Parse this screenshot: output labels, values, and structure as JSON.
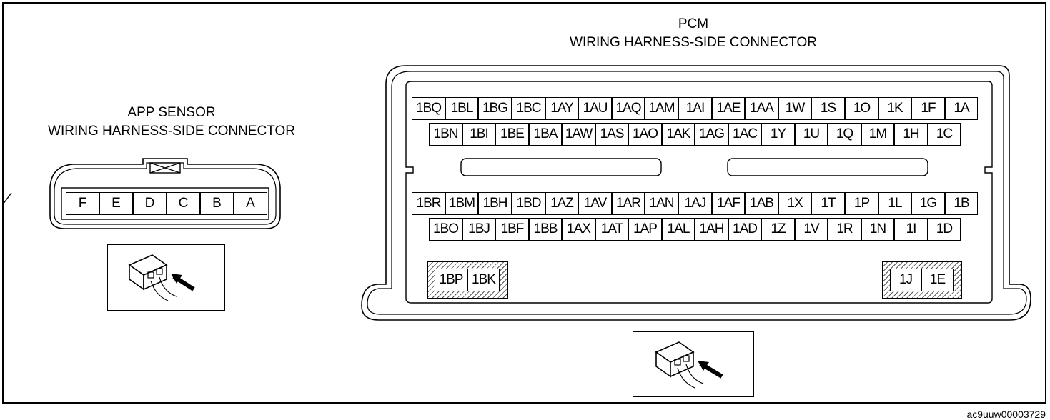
{
  "app_sensor": {
    "title_line1": "APP SENSOR",
    "title_line2": "WIRING HARNESS-SIDE CONNECTOR",
    "pins": [
      "F",
      "E",
      "D",
      "C",
      "B",
      "A"
    ]
  },
  "pcm": {
    "title_line1": "PCM",
    "title_line2": "WIRING HARNESS-SIDE CONNECTOR",
    "rows": [
      [
        "1BQ",
        "1BL",
        "1BG",
        "1BC",
        "1AY",
        "1AU",
        "1AQ",
        "1AM",
        "1AI",
        "1AE",
        "1AA",
        "1W",
        "1S",
        "1O",
        "1K",
        "1F",
        "1A"
      ],
      [
        "1BN",
        "1BI",
        "1BE",
        "1BA",
        "1AW",
        "1AS",
        "1AO",
        "1AK",
        "1AG",
        "1AC",
        "1Y",
        "1U",
        "1Q",
        "1M",
        "1H",
        "1C"
      ],
      [
        "1BR",
        "1BM",
        "1BH",
        "1BD",
        "1AZ",
        "1AV",
        "1AR",
        "1AN",
        "1AJ",
        "1AF",
        "1AB",
        "1X",
        "1T",
        "1P",
        "1L",
        "1G",
        "1B"
      ],
      [
        "1BO",
        "1BJ",
        "1BF",
        "1BB",
        "1AX",
        "1AT",
        "1AP",
        "1AL",
        "1AH",
        "1AD",
        "1Z",
        "1V",
        "1R",
        "1N",
        "1I",
        "1D"
      ]
    ],
    "left_group": [
      "1BP",
      "1BK"
    ],
    "right_group": [
      "1J",
      "1E"
    ]
  },
  "figure_code": "ac9uuw00003729",
  "icons": [
    "connector-view-icon",
    "connector-view-icon"
  ]
}
